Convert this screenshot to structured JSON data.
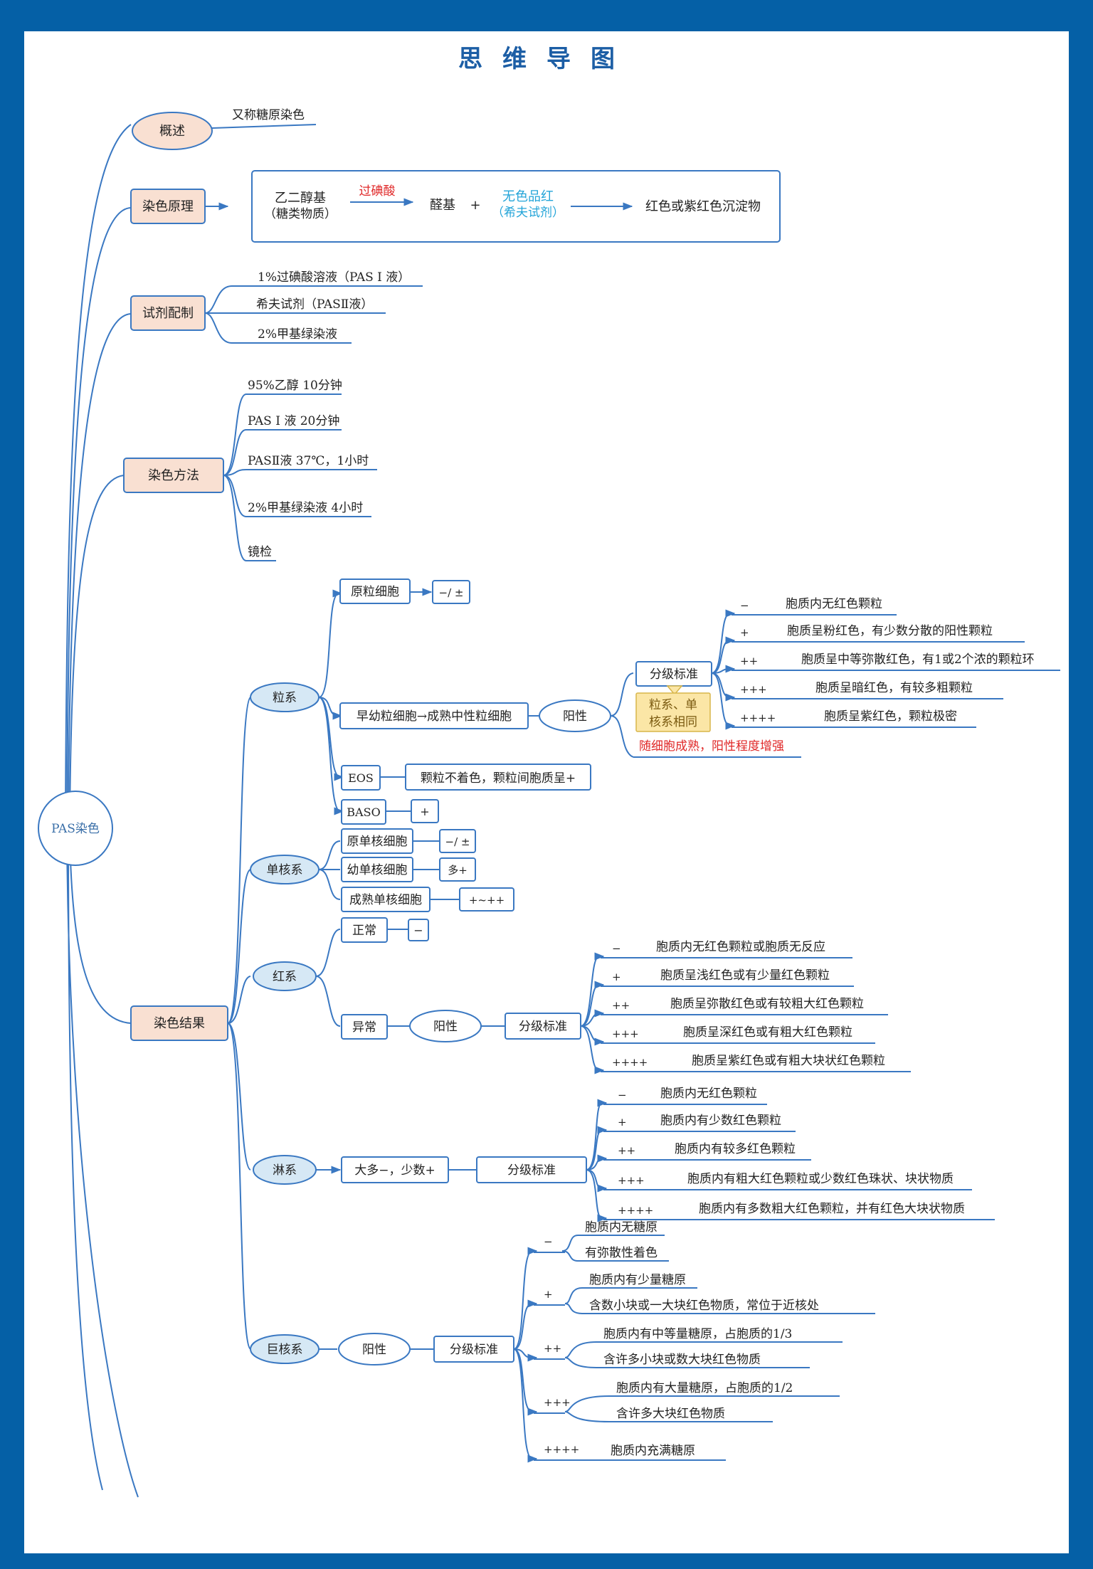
{
  "title": "思维导图",
  "colors": {
    "frame": "#0560a6",
    "line": "#3a78c2",
    "text": "#222222",
    "title": "#1c5ea5",
    "peach": "#f9e0d2",
    "lightblue": "#d6e8f5",
    "red": "#e02828",
    "cyan": "#23a4d8",
    "note": "#fbe6a6",
    "noteborder": "#d8b54a"
  },
  "root": "PAS染色",
  "overview": {
    "label": "概述",
    "text": "又称糖原染色"
  },
  "principle": {
    "label": "染色原理",
    "substrate_line1": "乙二醇基",
    "substrate_line2": "（糖类物质）",
    "arrow_label": "过碘酸",
    "aldehyde": "醛基",
    "plus": "+",
    "reagent_line1": "无色品红",
    "reagent_line2": "（希夫试剂）",
    "product": "红色或紫红色沉淀物"
  },
  "reagents": {
    "label": "试剂配制",
    "items": [
      "1%过碘酸溶液（PAS Ⅰ 液）",
      "希夫试剂（PASⅡ液）",
      "2%甲基绿染液"
    ]
  },
  "method": {
    "label": "染色方法",
    "items": [
      "95%乙醇 10分钟",
      "PAS Ⅰ 液 20分钟",
      "PASⅡ液 37℃，1小时",
      "2%甲基绿染液 4小时",
      "镜检"
    ]
  },
  "results": {
    "label": "染色结果",
    "granulocyte": {
      "label": "粒系",
      "myeloblast": "原粒细胞",
      "myeloblast_val": "−/ ±",
      "promyelo": "早幼粒细胞→成熟中性粒细胞",
      "positive": "阳性",
      "grading": "分级标准",
      "note": "粒系、单核系相同",
      "note_red": "随细胞成熟，阳性程度增强",
      "grades": [
        {
          "g": "−",
          "d": "胞质内无红色颗粒"
        },
        {
          "g": "+",
          "d": "胞质呈粉红色，有少数分散的阳性颗粒"
        },
        {
          "g": "++",
          "d": "胞质呈中等弥散红色，有1或2个浓的颗粒环"
        },
        {
          "g": "+++",
          "d": "胞质呈暗红色，有较多粗颗粒"
        },
        {
          "g": "++++",
          "d": "胞质呈紫红色，颗粒极密"
        }
      ],
      "eos": "EOS",
      "eos_val": "颗粒不着色，颗粒间胞质呈+",
      "baso": "BASO",
      "baso_val": "+"
    },
    "monocyte": {
      "label": "单核系",
      "items": [
        {
          "name": "原单核细胞",
          "val": "−/ ±"
        },
        {
          "name": "幼单核细胞",
          "val": "多+"
        },
        {
          "name": "成熟单核细胞",
          "val": "+~++"
        }
      ]
    },
    "erythroid": {
      "label": "红系",
      "normal": "正常",
      "normal_val": "−",
      "abnormal": "异常",
      "positive": "阳性",
      "grading": "分级标准",
      "grades": [
        {
          "g": "−",
          "d": "胞质内无红色颗粒或胞质无反应"
        },
        {
          "g": "+",
          "d": "胞质呈浅红色或有少量红色颗粒"
        },
        {
          "g": "++",
          "d": "胞质呈弥散红色或有较粗大红色颗粒"
        },
        {
          "g": "+++",
          "d": "胞质呈深红色或有粗大红色颗粒"
        },
        {
          "g": "++++",
          "d": "胞质呈紫红色或有粗大块状红色颗粒"
        }
      ]
    },
    "lymphocyte": {
      "label": "淋系",
      "summary": "大多−，少数+",
      "grading": "分级标准",
      "grades": [
        {
          "g": "−",
          "d": "胞质内无红色颗粒"
        },
        {
          "g": "+",
          "d": "胞质内有少数红色颗粒"
        },
        {
          "g": "++",
          "d": "胞质内有较多红色颗粒"
        },
        {
          "g": "+++",
          "d": "胞质内有粗大红色颗粒或少数红色珠状、块状物质"
        },
        {
          "g": "++++",
          "d": "胞质内有多数粗大红色颗粒，并有红色大块状物质"
        }
      ]
    },
    "megakaryocyte": {
      "label": "巨核系",
      "positive": "阳性",
      "grading": "分级标准",
      "grades": [
        {
          "g": "−",
          "d1": "胞质内无糖原",
          "d2": "有弥散性着色"
        },
        {
          "g": "+",
          "d1": "胞质内有少量糖原",
          "d2": "含数小块或一大块红色物质，常位于近核处"
        },
        {
          "g": "++",
          "d1": "胞质内有中等量糖原，占胞质的1/3",
          "d2": "含许多小块或数大块红色物质"
        },
        {
          "g": "+++",
          "d1": "胞质内有大量糖原，占胞质的1/2",
          "d2": "含许多大块红色物质"
        },
        {
          "g": "++++",
          "d1": "胞质内充满糖原",
          "d2": ""
        }
      ]
    }
  }
}
